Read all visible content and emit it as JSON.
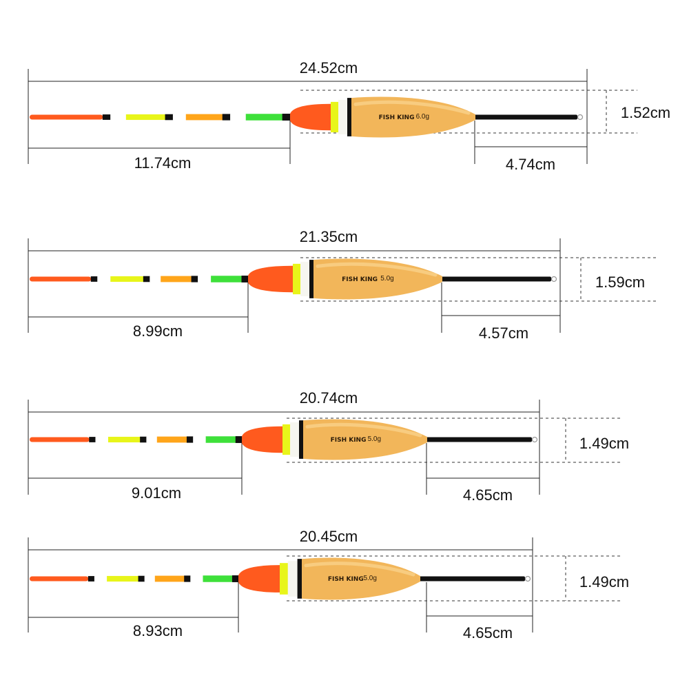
{
  "floats": [
    {
      "total": "24.52cm",
      "tip": "11.74cm",
      "tail": "4.74cm",
      "diameter": "1.52cm",
      "brand": "FISH KING",
      "weight": "6.0g"
    },
    {
      "total": "21.35cm",
      "tip": "8.99cm",
      "tail": "4.57cm",
      "diameter": "1.59cm",
      "brand": "FISH KING",
      "weight": "5.0g"
    },
    {
      "total": "20.74cm",
      "tip": "9.01cm",
      "tail": "4.65cm",
      "diameter": "1.49cm",
      "brand": "FISH KING",
      "weight": "5.0g"
    },
    {
      "total": "20.45cm",
      "tip": "8.93cm",
      "tail": "4.65cm",
      "diameter": "1.49cm",
      "brand": "FISH KING",
      "weight": "5.0g"
    }
  ],
  "colors": {
    "tip_orange": "#ff5a1e",
    "yellow": "#e8f51a",
    "green": "#3ee03a",
    "wood": "#f2b65a",
    "black": "#111111"
  }
}
